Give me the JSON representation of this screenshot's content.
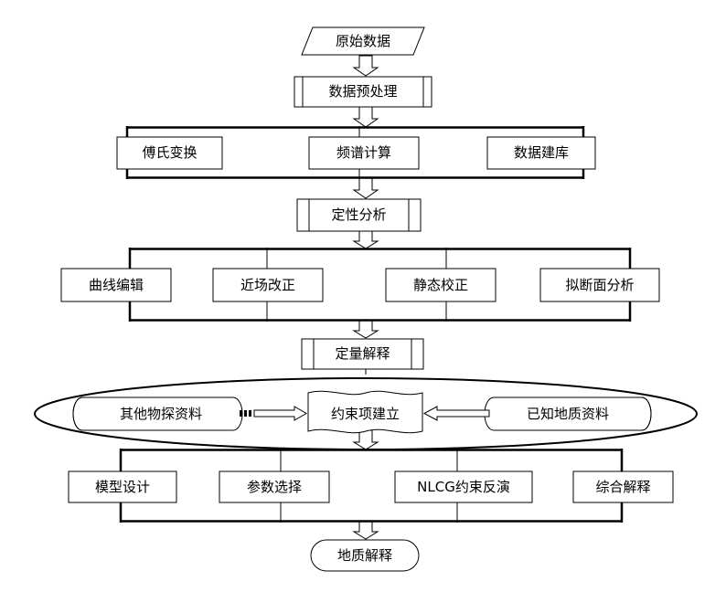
{
  "flowchart": {
    "start": "原始数据",
    "preprocess": "数据预处理",
    "stage1": [
      "傅氏变换",
      "频谱计算",
      "数据建库"
    ],
    "qualitative": "定性分析",
    "stage2": [
      "曲线编辑",
      "近场改正",
      "静态校正",
      "拟断面分析"
    ],
    "quantitative": "定量解释",
    "constraint_left": "其他物探资料",
    "constraint_center": "约束项建立",
    "constraint_right": "已知地质资料",
    "stage3": [
      "模型设计",
      "参数选择",
      "NLCG约束反演",
      "综合解释"
    ],
    "end": "地质解释"
  }
}
